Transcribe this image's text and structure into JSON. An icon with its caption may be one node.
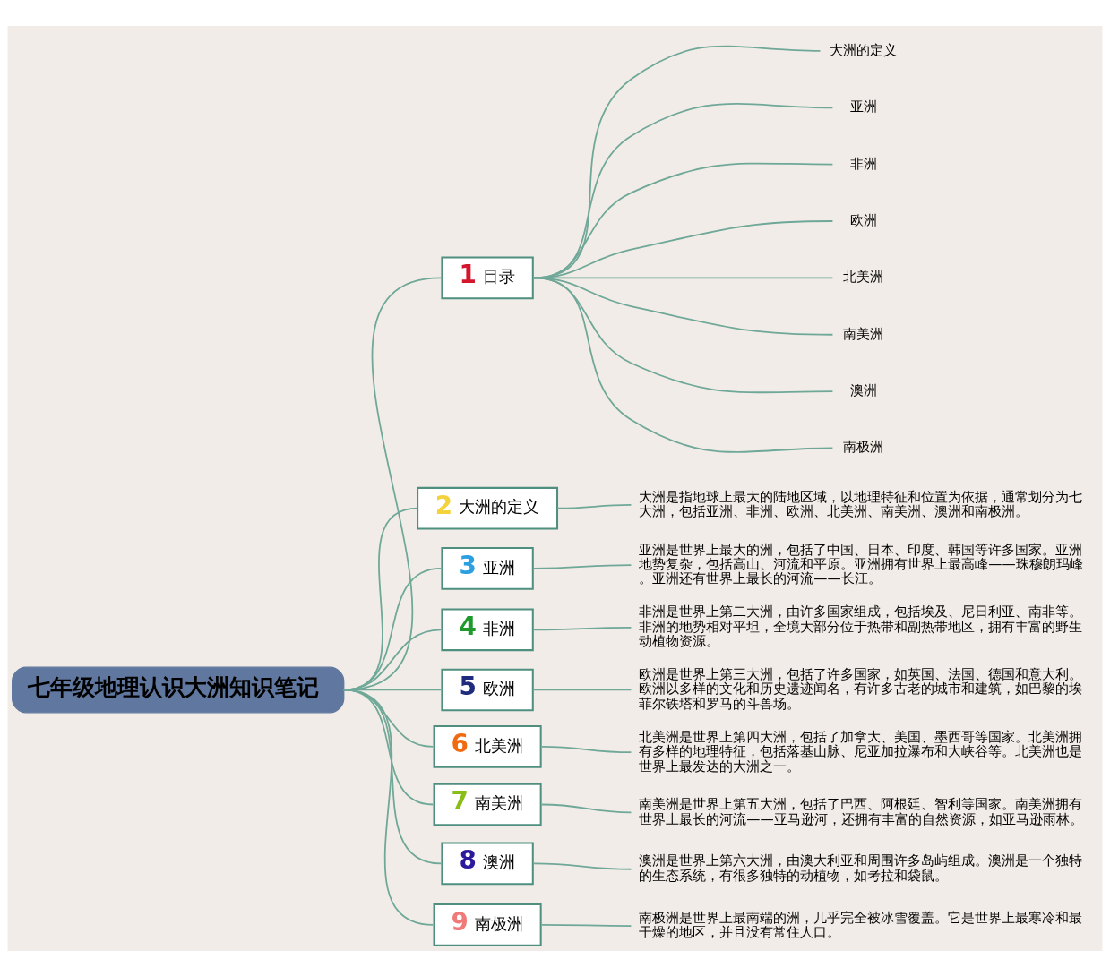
{
  "diagram": {
    "nodes": [
      {
        "text": [
          "七年级地理认识大洲知识笔记"
        ]
      },
      {
        "text": [
          "1 目录"
        ]
      },
      {
        "text": [
          "大洲的定义"
        ]
      },
      {
        "text": [
          "亚洲"
        ]
      },
      {
        "text": [
          "非洲"
        ]
      },
      {
        "text": [
          "欧洲"
        ]
      },
      {
        "text": [
          "北美洲"
        ]
      },
      {
        "text": [
          "南美洲"
        ]
      },
      {
        "text": [
          "澳洲"
        ]
      },
      {
        "text": [
          "南极洲"
        ]
      },
      {
        "text": [
          "2 大洲的定义"
        ]
      },
      {
        "text": [
          "大洲是指地球上最大的陆地区域，以地理特征和位置为依据，通常划分为七大洲，包括亚洲、非洲、欧洲、北美洲、南美洲、澳洲和南极洲。"
        ]
      },
      {
        "text": [
          "3 亚洲"
        ]
      },
      {
        "text": [
          "亚洲是世界上最大的洲，包括了中国、日本、印度、韩国等许多国家。亚洲地势复杂，包括高山、河流和平原。亚洲拥有世界上最高峰——珠穆朗玛峰。亚洲还有世界上最长的河流——长江。"
        ]
      },
      {
        "text": [
          "4 非洲"
        ]
      },
      {
        "text": [
          "非洲是世界上第二大洲，由许多国家组成，包括埃及、尼日利亚、南非等。非洲的地势相对平坦，全境大部分位于热带和副热带地区，拥有丰富的野生动植物资源。"
        ]
      },
      {
        "text": [
          "5 欧洲"
        ]
      },
      {
        "text": [
          "欧洲是世界上第三大洲，包括了许多国家，如英国、法国、德国和意大利。欧洲以多样的文化和历史遗迹闻名，有许多古老的城市和建筑，如巴黎的埃菲尔铁塔和罗马的斗兽场。"
        ]
      },
      {
        "text": [
          "6 北美洲"
        ]
      },
      {
        "text": [
          "北美洲是世界上第四大洲，包括了加拿大、美国、墨西哥等国家。北美洲拥有多样的地理特征，包括落基山脉、尼亚加拉瀑布和大峡谷等。北美洲也是世界上最发达的大洲之一。"
        ]
      },
      {
        "text": [
          "7 南美洲"
        ]
      },
      {
        "text": [
          "南美洲是世界上第五大洲，包括了巴西、阿根廷、智利等国家。南美洲拥有世界上最长的河流——亚马逊河，还拥有丰富的自然资源，如亚马逊雨林。"
        ]
      },
      {
        "text": [
          "8 澳洲"
        ]
      },
      {
        "text": [
          "澳洲是世界上第六大洲，由澳大利亚和周围许多岛屿组成。澳洲是一个独特的生态系统，有很多独特的动植物，如考拉和袋鼠。"
        ]
      },
      {
        "text": [
          "9 南极洲"
        ]
      },
      {
        "text": [
          "南极洲是世界上最南端的洲，几乎完全被冰雪覆盖。它是世界上最寒冷和最干燥的地区，并且没有常住人口。"
        ]
      }
    ],
    "edges": [
      {
        "from": 0,
        "to": 1,
        "arrow": "none"
      },
      {
        "from": 1,
        "to": 2,
        "arrow": "none"
      },
      {
        "from": 1,
        "to": 3,
        "arrow": "none"
      },
      {
        "from": 1,
        "to": 4,
        "arrow": "none"
      },
      {
        "from": 1,
        "to": 5,
        "arrow": "none"
      },
      {
        "from": 1,
        "to": 6,
        "arrow": "none"
      },
      {
        "from": 1,
        "to": 7,
        "arrow": "none"
      },
      {
        "from": 1,
        "to": 8,
        "arrow": "none"
      },
      {
        "from": 1,
        "to": 9,
        "arrow": "none"
      },
      {
        "from": 0,
        "to": 10,
        "arrow": "none"
      },
      {
        "from": 10,
        "to": 11,
        "arrow": "none"
      },
      {
        "from": 0,
        "to": 12,
        "arrow": "none"
      },
      {
        "from": 12,
        "to": 13,
        "arrow": "none"
      },
      {
        "from": 0,
        "to": 14,
        "arrow": "none"
      },
      {
        "from": 14,
        "to": 15,
        "arrow": "none"
      },
      {
        "from": 0,
        "to": 16,
        "arrow": "none"
      },
      {
        "from": 16,
        "to": 17,
        "arrow": "none"
      },
      {
        "from": 0,
        "to": 18,
        "arrow": "none"
      },
      {
        "from": 18,
        "to": 19,
        "arrow": "none"
      },
      {
        "from": 0,
        "to": 20,
        "arrow": "none"
      },
      {
        "from": 20,
        "to": 21,
        "arrow": "none"
      },
      {
        "from": 0,
        "to": 22,
        "arrow": "none"
      },
      {
        "from": 22,
        "to": 23,
        "arrow": "none"
      },
      {
        "from": 0,
        "to": 24,
        "arrow": "none"
      },
      {
        "from": 24,
        "to": 25,
        "arrow": "none"
      }
    ]
  }
}
